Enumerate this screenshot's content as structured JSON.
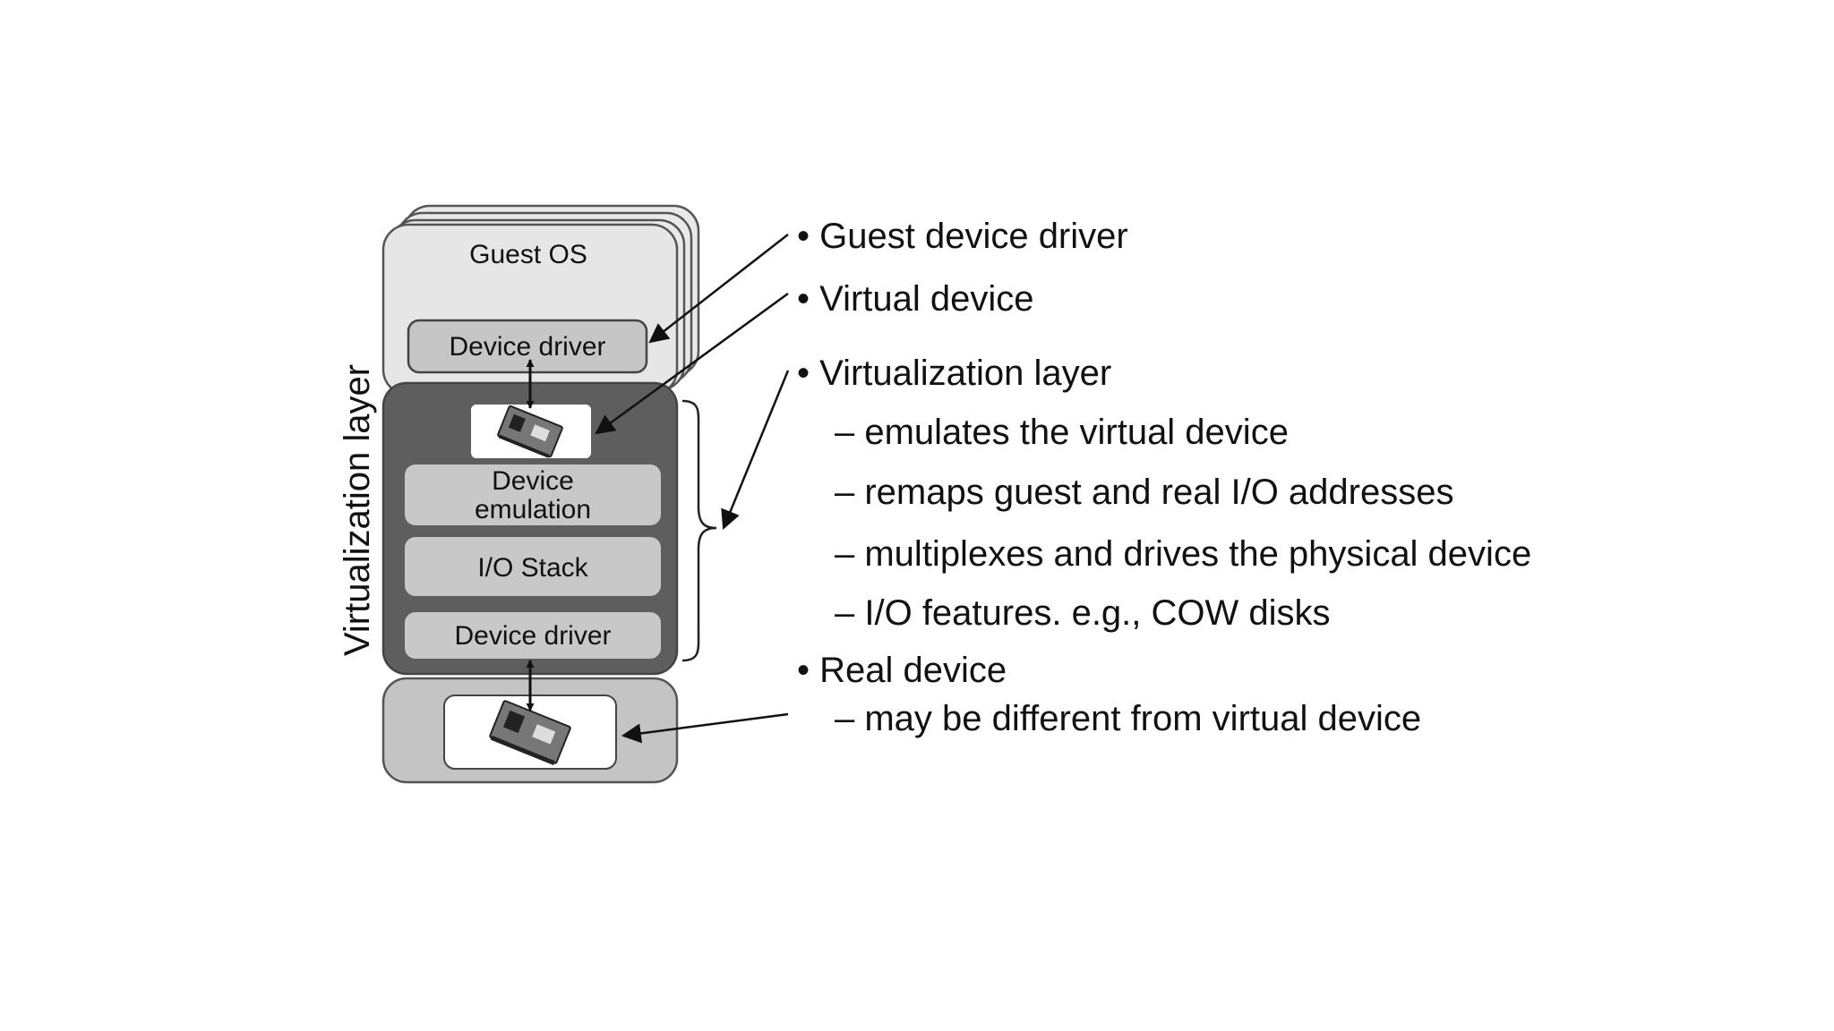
{
  "diagram": {
    "guest_os_label": "Guest OS",
    "guest_driver_label": "Device driver",
    "device_emulation_line1": "Device",
    "device_emulation_line2": "emulation",
    "io_stack_label": "I/O Stack",
    "host_driver_label": "Device driver",
    "side_label": "Virtualization layer"
  },
  "bullets": [
    {
      "text": "• Guest device driver"
    },
    {
      "text": "• Virtual device"
    },
    {
      "text": "• Virtualization layer"
    },
    {
      "text": "– emulates the virtual device"
    },
    {
      "text": "– remaps guest and real I/O addresses"
    },
    {
      "text": "– multiplexes and drives the physical device"
    },
    {
      "text": "– I/O features. e.g., COW disks"
    },
    {
      "text": "• Real device"
    },
    {
      "text": "– may be different from virtual device"
    }
  ],
  "colors": {
    "guest_os_fill": "#e6e6e6",
    "virtualization_layer_fill": "#5e5e5e",
    "layer_box_fill": "#c8c8c8",
    "real_device_panel_fill": "#c4c4c4",
    "device_card_fill": "#ffffff"
  },
  "icons": [
    "card-icon",
    "arrow-icon",
    "brace-icon"
  ]
}
